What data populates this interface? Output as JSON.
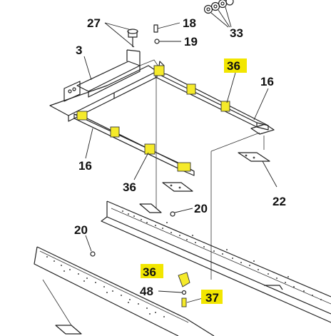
{
  "callouts": {
    "c27": "27",
    "c18": "18",
    "c19": "19",
    "c33": "33",
    "c3": "3",
    "c36_top": "36",
    "c16_right": "16",
    "c16_left": "16",
    "c36_mid": "36",
    "c22": "22",
    "c20_right": "20",
    "c20_left": "20",
    "c36_bottom": "36",
    "c48": "48",
    "c37": "37"
  },
  "highlight_color": "#f2e600"
}
